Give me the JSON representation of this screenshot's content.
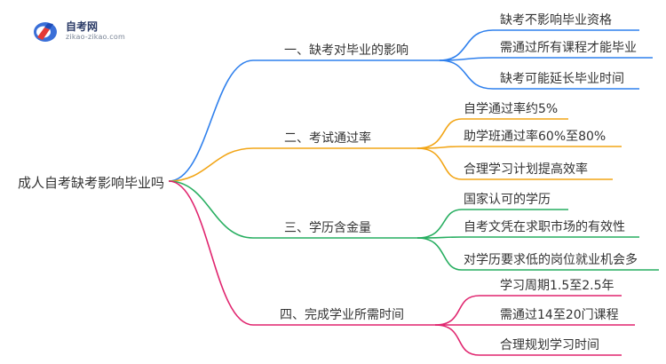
{
  "logo": {
    "name_cn": "自考网",
    "domain": "zikao-zikao.com"
  },
  "root": {
    "label": "成人自考缺考影响毕业吗"
  },
  "colors": {
    "branch1": "#2f80ed",
    "branch2": "#f2a516",
    "branch3": "#27ae60",
    "branch4": "#e0246e"
  },
  "branches": [
    {
      "label": "一、缺考对毕业的影响",
      "leaves": [
        "缺考不影响毕业资格",
        "需通过所有课程才能毕业",
        "缺考可能延长毕业时间"
      ]
    },
    {
      "label": "二、考试通过率",
      "leaves": [
        "自学通过率约5%",
        "助学班通过率60%至80%",
        "合理学习计划提高效率"
      ]
    },
    {
      "label": "三、学历含金量",
      "leaves": [
        "国家认可的学历",
        "自考文凭在求职市场的有效性",
        "对学历要求低的岗位就业机会多"
      ]
    },
    {
      "label": "四、完成学业所需时间",
      "leaves": [
        "学习周期1.5至2.5年",
        "需通过14至20门课程",
        "合理规划学习时间"
      ]
    }
  ]
}
